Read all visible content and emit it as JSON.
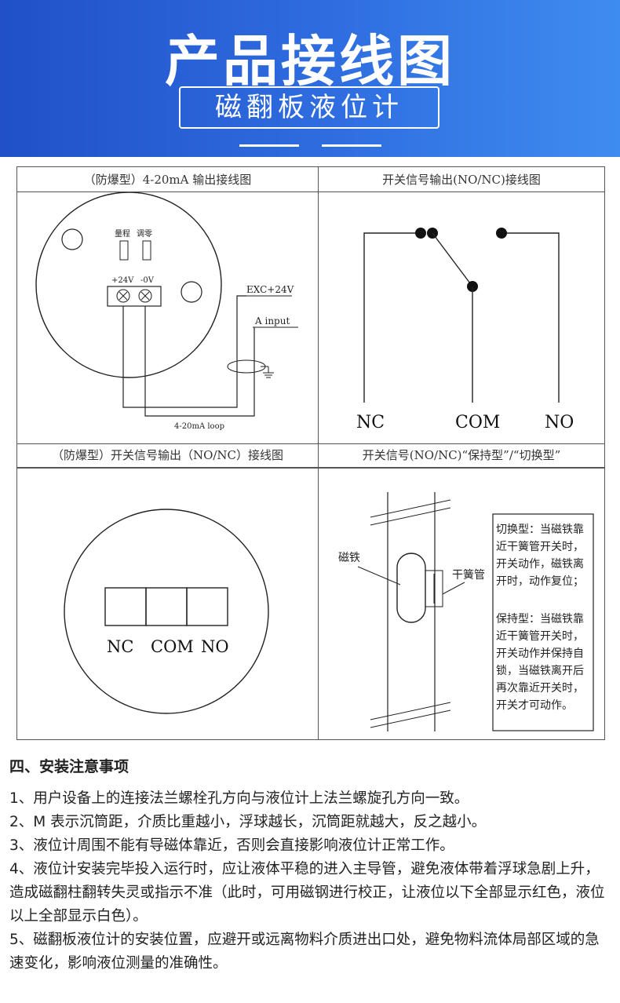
{
  "banner": {
    "title": "产品接线图",
    "subtitle": "磁翻板液位计"
  },
  "panels": {
    "p1": {
      "title": "（防爆型）4-20mA 输出接线图",
      "range_label": "量程",
      "zero_label": "调零",
      "plus_label": "+24V",
      "minus_label": "-0V",
      "exc_label": "EXC+24V",
      "input_label": "A input",
      "loop_label": "4-20mA loop"
    },
    "p2": {
      "title": "开关信号输出(NO/NC)接线图",
      "nc": "NC",
      "com": "COM",
      "no": "NO"
    },
    "p3": {
      "title": "（防爆型）开关信号输出（NO/NC）接线图",
      "nc": "NC",
      "com": "COM",
      "no": "NO"
    },
    "p4": {
      "title": "开关信号(NO/NC)“保持型”/“切换型”",
      "magnet_label": "磁铁",
      "reed_label": "干簧管",
      "switch_type_lines": [
        "切换型：当磁铁靠",
        "近干簧管开关时，",
        "开关动作，磁铁离",
        "开时，动作复位；"
      ],
      "hold_type_lines": [
        "保持型：当磁铁靠",
        "近干簧管开关时，",
        "开关动作并保持自",
        "锁，当磁铁离开后",
        "再次靠近开关时，",
        "开关才可动作。"
      ]
    }
  },
  "notes": {
    "heading": "四、安装注意事项",
    "items": [
      "1、用户设备上的连接法兰螺栓孔方向与液位计上法兰螺旋孔方向一致。",
      "2、M 表示沉筒距，介质比重越小，浮球越长，沉筒距就越大，反之越小。",
      "3、液位计周围不能有导磁体靠近，否则会直接影响液位计正常工作。",
      "4、液位计安装完毕投入运行时，应让液体平稳的进入主导管，避免液体带着浮球急剧上升，造成磁翻柱翻转失灵或指示不准（此时，可用磁钢进行校正，让液位以下全部显示红色，液位以上全部显示白色）。",
      "5、磁翻板液位计的安装位置，应避开或远离物料介质进出口处，避免物料流体局部区域的急速变化，影响液位测量的准确性。"
    ]
  }
}
